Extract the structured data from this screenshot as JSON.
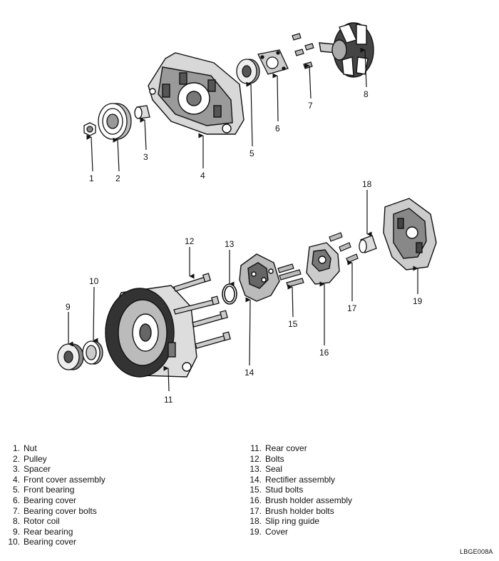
{
  "figure_code": "LBGE008A",
  "callouts": [
    "1",
    "2",
    "3",
    "4",
    "5",
    "6",
    "7",
    "8",
    "9",
    "10",
    "11",
    "12",
    "13",
    "14",
    "15",
    "16",
    "17",
    "18",
    "19"
  ],
  "legend": [
    {
      "num": "1.",
      "label": "Nut"
    },
    {
      "num": "2.",
      "label": "Pulley"
    },
    {
      "num": "3.",
      "label": "Spacer"
    },
    {
      "num": "4.",
      "label": "Front cover assembly"
    },
    {
      "num": "5.",
      "label": "Front bearing"
    },
    {
      "num": "6.",
      "label": "Bearing cover"
    },
    {
      "num": "7.",
      "label": "Bearing cover bolts"
    },
    {
      "num": "8.",
      "label": "Rotor coil"
    },
    {
      "num": "9.",
      "label": "Rear bearing"
    },
    {
      "num": "10.",
      "label": "Bearing cover"
    },
    {
      "num": "11.",
      "label": "Rear cover"
    },
    {
      "num": "12.",
      "label": "Bolts"
    },
    {
      "num": "13.",
      "label": "Seal"
    },
    {
      "num": "14.",
      "label": "Rectifier assembly"
    },
    {
      "num": "15.",
      "label": "Stud bolts"
    },
    {
      "num": "16.",
      "label": "Brush holder assembly"
    },
    {
      "num": "17.",
      "label": "Brush holder bolts"
    },
    {
      "num": "18.",
      "label": "Slip ring guide"
    },
    {
      "num": "19.",
      "label": "Cover"
    }
  ]
}
